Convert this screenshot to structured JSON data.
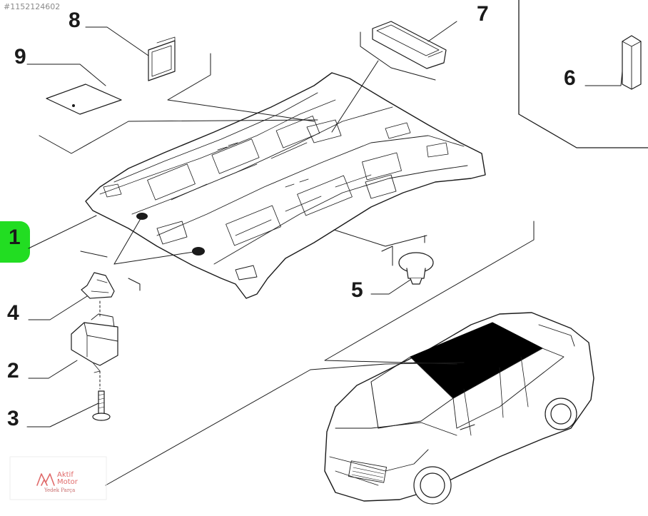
{
  "reference_id": "#1152124602",
  "callouts": {
    "c1": "1",
    "c2": "2",
    "c3": "3",
    "c4": "4",
    "c5": "5",
    "c6": "6",
    "c7": "7",
    "c8": "8",
    "c9": "9"
  },
  "logo": {
    "name": "Aktif Motor",
    "tagline": "Yedek Parça"
  },
  "colors": {
    "highlight": "#22dd22",
    "line": "#1a1a1a",
    "logo": "#e06a6a"
  },
  "icons": {
    "logo_mark": "am-logo-icon"
  }
}
